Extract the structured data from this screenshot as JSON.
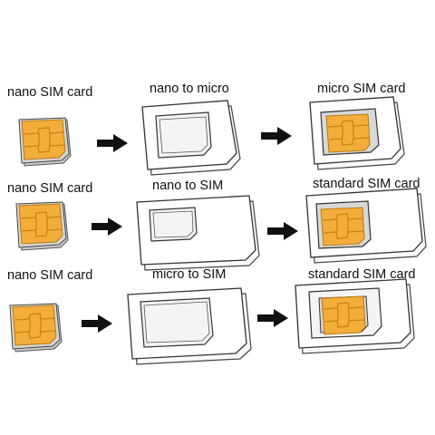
{
  "rows": [
    {
      "left_label": "nano SIM card",
      "adapter_label": "nano to micro",
      "result_label": "micro SIM card"
    },
    {
      "left_label": "nano SIM card",
      "adapter_label": "nano to SIM",
      "result_label": "standard SIM card"
    },
    {
      "left_label": "nano SIM card",
      "adapter_label": "micro to SIM",
      "result_label": "standard SIM card"
    }
  ],
  "colors": {
    "chip_gold": "#f2ad3a",
    "chip_line": "#c98410",
    "card_body": "#d0d0d0",
    "outline": "#333333",
    "arrow": "#111111"
  }
}
